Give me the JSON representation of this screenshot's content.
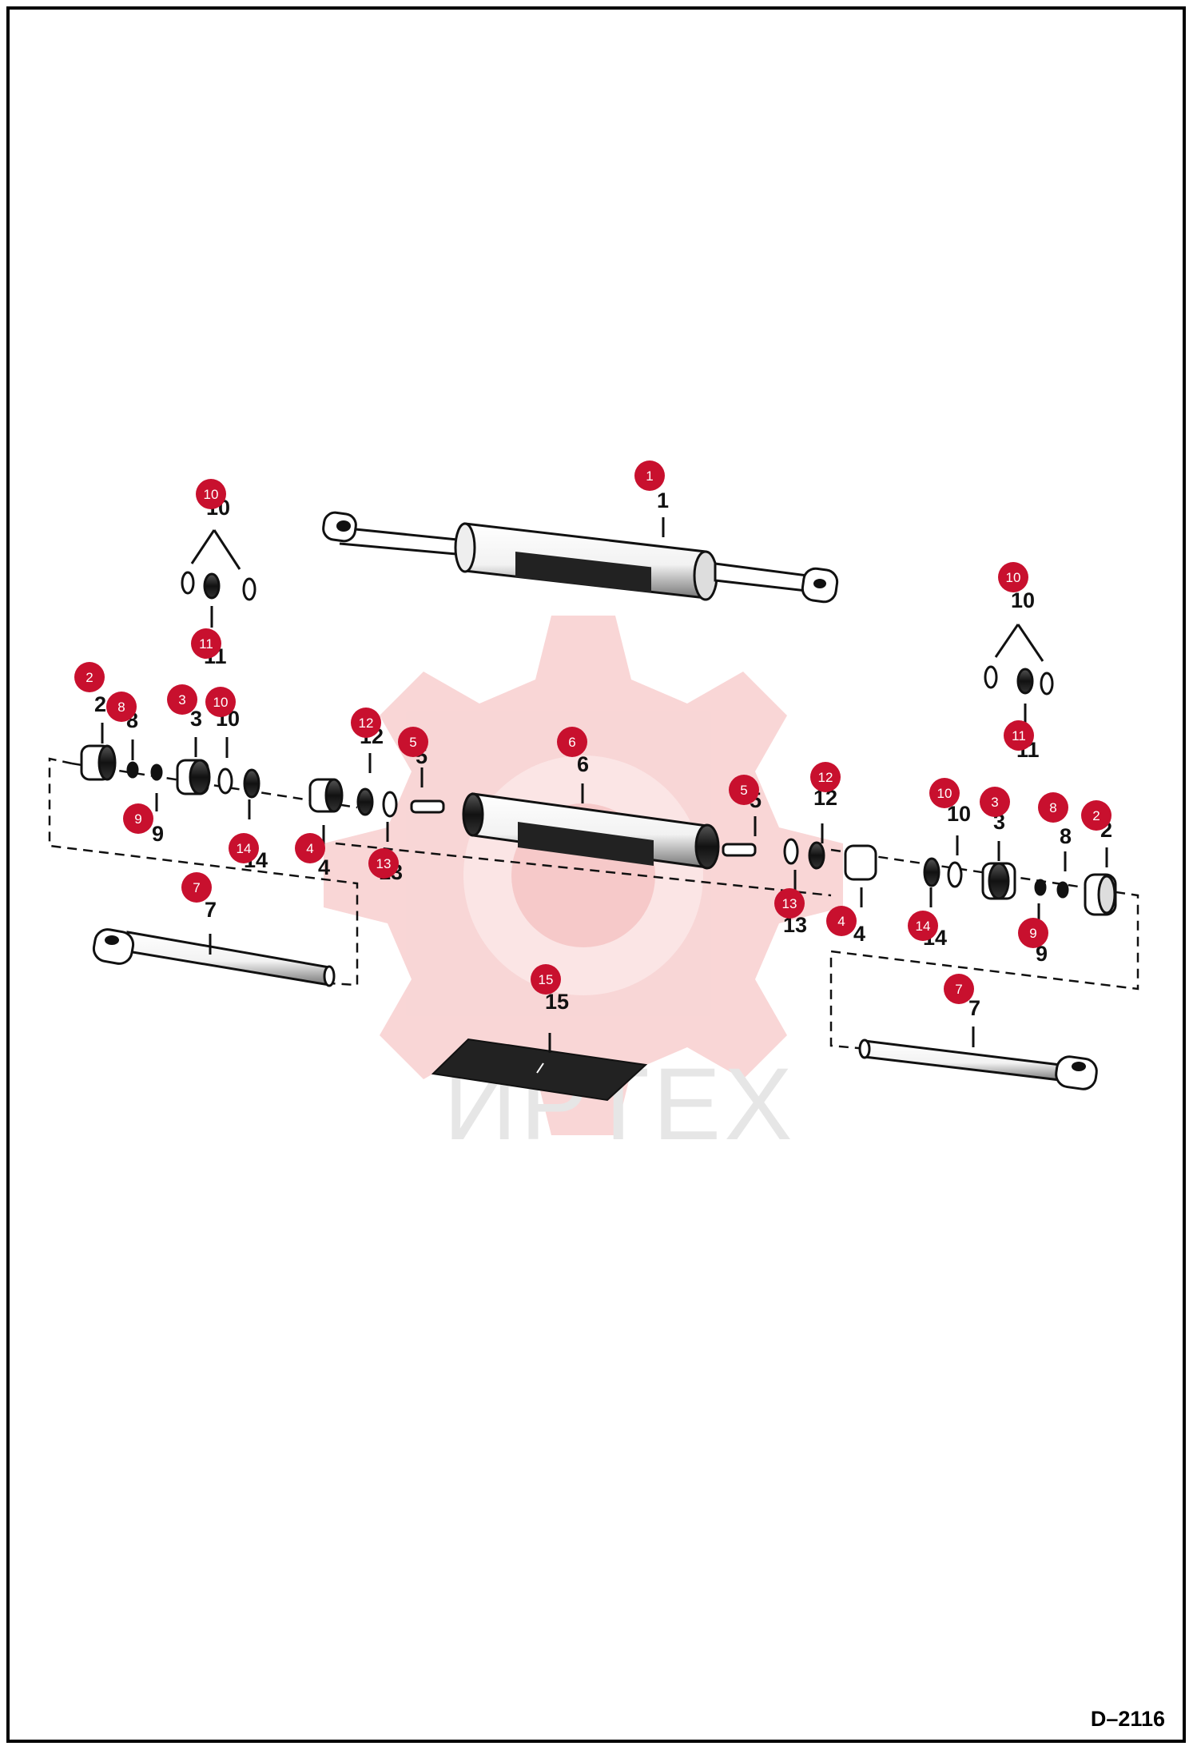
{
  "drawing_ref": "D–2116",
  "watermark_text": "ИРТЕХ",
  "colors": {
    "badge": "#c8102e",
    "watermark_gear": "#f8d2d2",
    "line": "#111111"
  },
  "parts": {
    "p1": "1",
    "p2": "2",
    "p3": "3",
    "p4": "4",
    "p5": "5",
    "p6": "6",
    "p7": "7",
    "p8": "8",
    "p9": "9",
    "p10": "10",
    "p11": "11",
    "p12": "12",
    "p13": "13",
    "p14": "14",
    "p15": "15"
  }
}
